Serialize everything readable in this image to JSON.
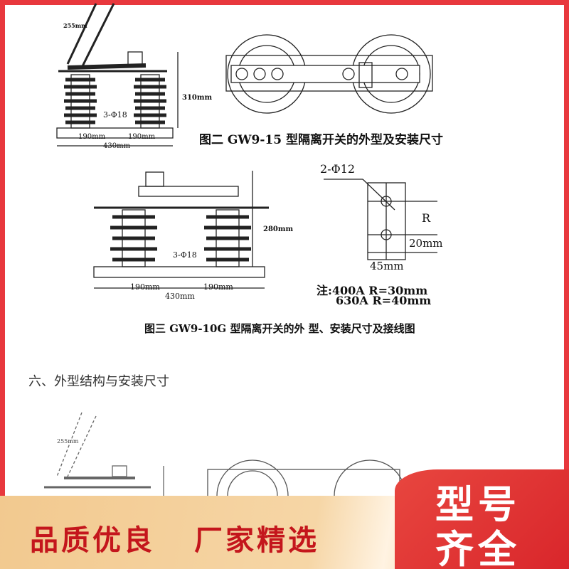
{
  "figure2": {
    "caption": "图二 GW9-15 型隔离开关的外型及安装尺寸",
    "dim_blade": "255mm",
    "dim_height": "310mm",
    "dim_holes": "3-Φ18",
    "dim_left": "190mm",
    "dim_right": "190mm",
    "dim_total": "430mm"
  },
  "figure3": {
    "caption": "图三 GW9-10G 型隔离开关的外 型、安装尺寸及接线图",
    "dim_height": "280mm",
    "dim_holes": "3-Φ18",
    "dim_left": "190mm",
    "dim_right": "190mm",
    "dim_total": "430mm",
    "terminal": {
      "holes": "2-Φ12",
      "r_label": "R",
      "edge": "20mm",
      "width": "45mm",
      "note1": "注:400A  R=30mm",
      "note2": "630A  R=40mm"
    }
  },
  "section_title": "六、外型结构与安装尺寸",
  "figure_bottom": {
    "dim_blade": "255mm"
  },
  "banner": {
    "slogan_left": "品质优良",
    "slogan_right": "厂家精选",
    "badge_line1": "型号",
    "badge_line2": "齐全"
  },
  "colors": {
    "frame": "#e8383d",
    "slogan": "#c4161c",
    "badge": "#e03a36",
    "banner": "#f4d09e"
  }
}
